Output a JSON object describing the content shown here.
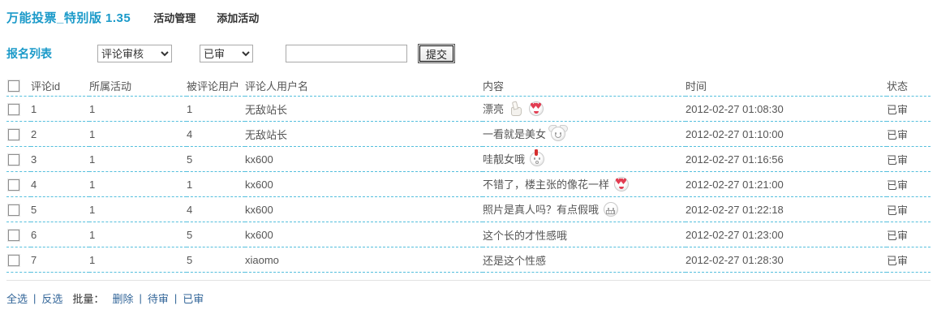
{
  "header": {
    "title": "万能投票_特别版  1.35",
    "nav": [
      {
        "label": "活动管理"
      },
      {
        "label": "添加活动"
      }
    ]
  },
  "toolbar": {
    "page_title": "报名列表",
    "type_select": {
      "value": "评论审核"
    },
    "status_select": {
      "value": "已审"
    },
    "search_value": "",
    "submit_label": "提交"
  },
  "table": {
    "columns": [
      "评论id",
      "所属活动",
      "被评论用户",
      "评论人用户名",
      "内容",
      "时间",
      "状态"
    ],
    "rows": [
      {
        "id": "1",
        "activity": "1",
        "target_user": "1",
        "commenter": "无敌站长",
        "content": "漂亮",
        "emoticons": [
          "thumbs-up",
          "heart-eyes"
        ],
        "time": "2012-02-27 01:08:30",
        "status": "已审"
      },
      {
        "id": "2",
        "activity": "1",
        "target_user": "4",
        "commenter": "无敌站长",
        "content": "一看就是美女",
        "emoticons": [
          "winged-face"
        ],
        "time": "2012-02-27 01:10:00",
        "status": "已审"
      },
      {
        "id": "3",
        "activity": "1",
        "target_user": "5",
        "commenter": "kx600",
        "content": "哇靓女哦",
        "emoticons": [
          "nosebleed-face"
        ],
        "time": "2012-02-27 01:16:56",
        "status": "已审"
      },
      {
        "id": "4",
        "activity": "1",
        "target_user": "1",
        "commenter": "kx600",
        "content": "不错了，楼主张的像花一样",
        "emoticons": [
          "heart-eyes"
        ],
        "time": "2012-02-27 01:21:00",
        "status": "已审"
      },
      {
        "id": "5",
        "activity": "1",
        "target_user": "4",
        "commenter": "kx600",
        "content": "照片是真人吗？有点假哦",
        "emoticons": [
          "grimace-face"
        ],
        "time": "2012-02-27 01:22:18",
        "status": "已审"
      },
      {
        "id": "6",
        "activity": "1",
        "target_user": "5",
        "commenter": "kx600",
        "content": "这个长的才性感哦",
        "emoticons": [],
        "time": "2012-02-27 01:23:00",
        "status": "已审"
      },
      {
        "id": "7",
        "activity": "1",
        "target_user": "5",
        "commenter": "xiaomo",
        "content": "还是这个性感",
        "emoticons": [],
        "time": "2012-02-27 01:28:30",
        "status": "已审"
      }
    ]
  },
  "footer": {
    "select_all": "全选",
    "invert_select": "反选",
    "batch_label": "批量：",
    "actions": [
      "删除",
      "待审",
      "已审"
    ],
    "separator": "|"
  },
  "colors": {
    "accent": "#1b9ac9",
    "link": "#336699",
    "dashed_border": "#55bfdd"
  }
}
